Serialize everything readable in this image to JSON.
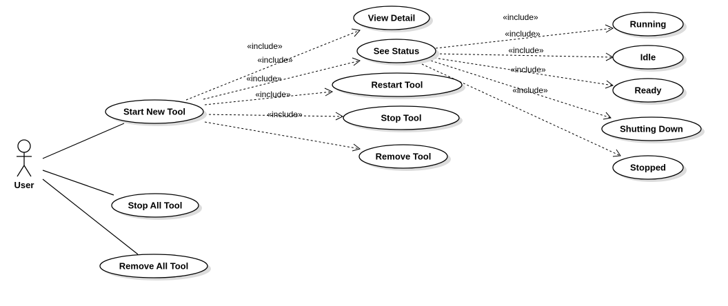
{
  "actor": {
    "name": "User"
  },
  "use_cases": {
    "start_new_tool": "Start New Tool",
    "stop_all_tool": "Stop All Tool",
    "remove_all_tool": "Remove All Tool",
    "view_detail": "View Detail",
    "see_status": "See Status",
    "restart_tool": "Restart Tool",
    "stop_tool": "Stop Tool",
    "remove_tool": "Remove Tool",
    "running": "Running",
    "idle": "Idle",
    "ready": "Ready",
    "shutting_down": "Shutting Down",
    "stopped": "Stopped"
  },
  "stereotype": "«include»"
}
